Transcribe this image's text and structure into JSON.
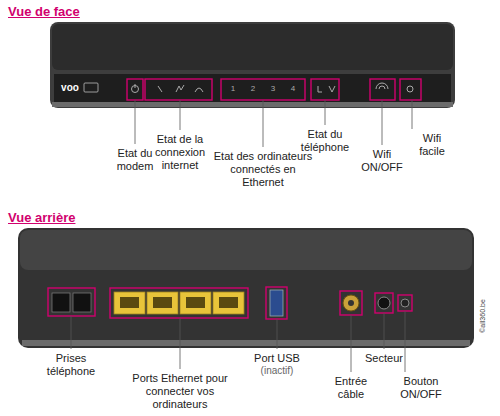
{
  "diagram": {
    "labels": [
      "Vue de face",
      "voo",
      "1",
      "2",
      "3",
      "4",
      "Etat du modem",
      "Etat de la connexion internet",
      "Etat des ordinateurs connectés en Ethernet",
      "Etat du téléphone",
      "Wifi ON/OFF",
      "Wifi facile",
      "Vue arrière",
      "Prises téléphone",
      "Ports Ethernet pour connecter vos ordinateurs",
      "Port USB",
      "(inactif)",
      "Entrée câble",
      "Secteur",
      "Bouton ON/OFF",
      "©all360.be"
    ]
  }
}
